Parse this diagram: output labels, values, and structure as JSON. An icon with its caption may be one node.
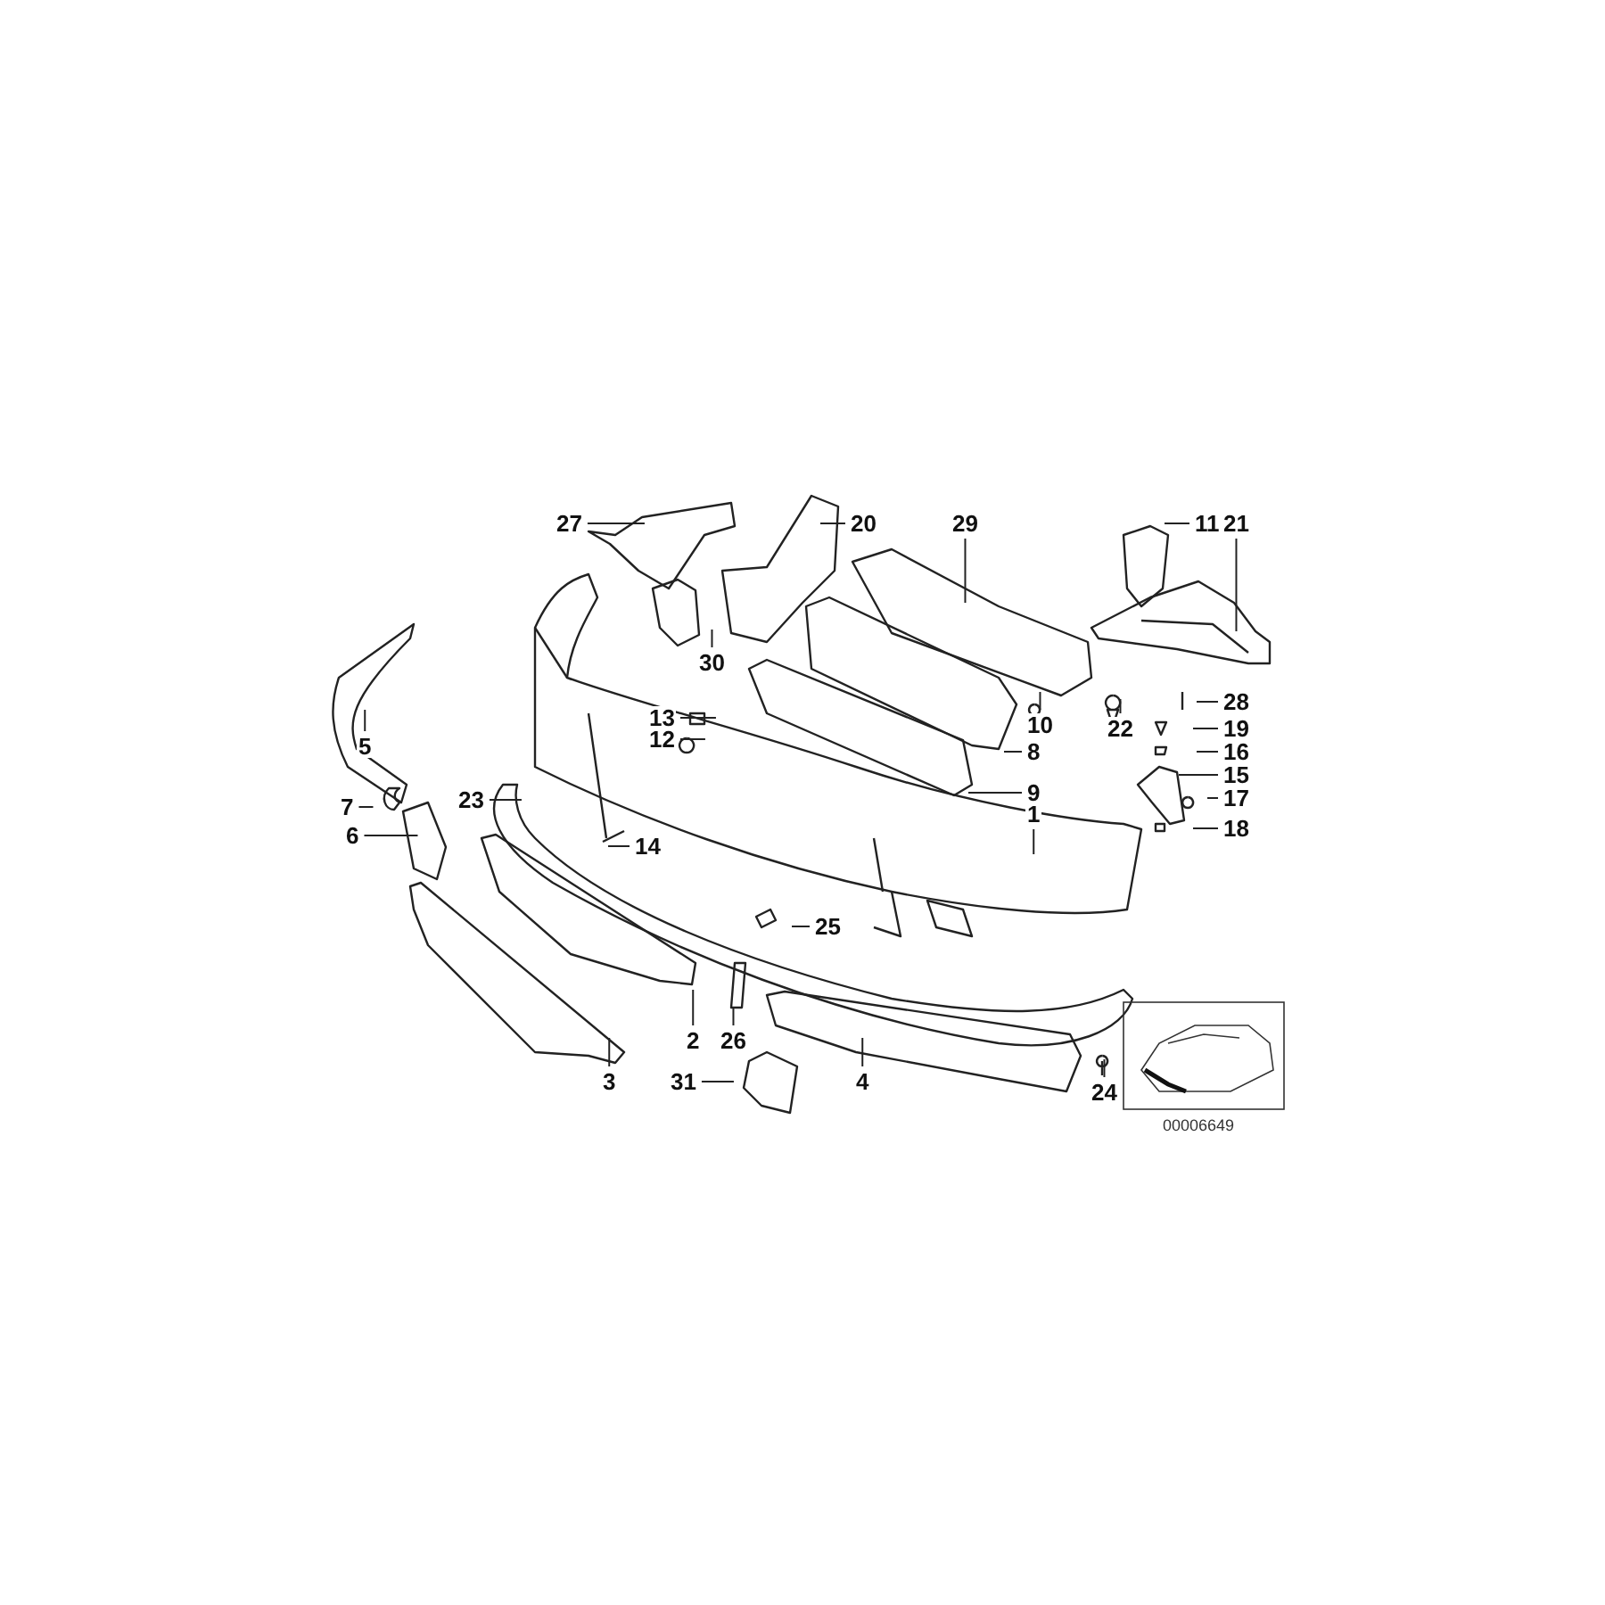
{
  "diagram": {
    "nodes": [
      {
        "text": [
          "27"
        ]
      },
      {
        "text": [
          "20"
        ]
      },
      {
        "text": [
          "29"
        ]
      },
      {
        "text": [
          "11"
        ]
      },
      {
        "text": [
          "21"
        ]
      },
      {
        "text": [
          "30"
        ]
      },
      {
        "text": [
          "28"
        ]
      },
      {
        "text": [
          "13"
        ]
      },
      {
        "text": [
          "10"
        ]
      },
      {
        "text": [
          "19"
        ]
      },
      {
        "text": [
          "12"
        ]
      },
      {
        "text": [
          "22"
        ]
      },
      {
        "text": [
          "8"
        ]
      },
      {
        "text": [
          "16"
        ]
      },
      {
        "text": [
          "5"
        ]
      },
      {
        "text": [
          "15"
        ]
      },
      {
        "text": [
          "7"
        ]
      },
      {
        "text": [
          "9"
        ]
      },
      {
        "text": [
          "23"
        ]
      },
      {
        "text": [
          "17"
        ]
      },
      {
        "text": [
          "1"
        ]
      },
      {
        "text": [
          "6"
        ]
      },
      {
        "text": [
          "18"
        ]
      },
      {
        "text": [
          "14"
        ]
      },
      {
        "text": [
          "25"
        ]
      },
      {
        "text": [
          "2"
        ]
      },
      {
        "text": [
          "26"
        ]
      },
      {
        "text": [
          "3"
        ]
      },
      {
        "text": [
          "31"
        ]
      },
      {
        "text": [
          "4"
        ]
      },
      {
        "text": [
          "24"
        ]
      }
    ],
    "edges": [
      {
        "from": 0,
        "to": null,
        "arrow": "none"
      },
      {
        "from": 1,
        "to": null,
        "arrow": "none"
      },
      {
        "from": 2,
        "to": null,
        "arrow": "none"
      },
      {
        "from": 3,
        "to": null,
        "arrow": "none"
      },
      {
        "from": 4,
        "to": null,
        "arrow": "none"
      },
      {
        "from": 5,
        "to": null,
        "arrow": "none"
      },
      {
        "from": 6,
        "to": null,
        "arrow": "none"
      },
      {
        "from": 7,
        "to": null,
        "arrow": "none"
      },
      {
        "from": 8,
        "to": null,
        "arrow": "none"
      },
      {
        "from": 9,
        "to": null,
        "arrow": "none"
      },
      {
        "from": 10,
        "to": null,
        "arrow": "none"
      },
      {
        "from": 11,
        "to": null,
        "arrow": "none"
      },
      {
        "from": 12,
        "to": null,
        "arrow": "none"
      },
      {
        "from": 13,
        "to": null,
        "arrow": "none"
      },
      {
        "from": 14,
        "to": null,
        "arrow": "none"
      },
      {
        "from": 15,
        "to": null,
        "arrow": "none"
      },
      {
        "from": 16,
        "to": null,
        "arrow": "none"
      },
      {
        "from": 17,
        "to": null,
        "arrow": "none"
      },
      {
        "from": 18,
        "to": null,
        "arrow": "none"
      },
      {
        "from": 19,
        "to": null,
        "arrow": "none"
      },
      {
        "from": 20,
        "to": null,
        "arrow": "none"
      },
      {
        "from": 21,
        "to": null,
        "arrow": "none"
      },
      {
        "from": 22,
        "to": null,
        "arrow": "none"
      },
      {
        "from": 23,
        "to": null,
        "arrow": "none"
      },
      {
        "from": 24,
        "to": null,
        "arrow": "none"
      },
      {
        "from": 25,
        "to": null,
        "arrow": "none"
      },
      {
        "from": 26,
        "to": null,
        "arrow": "none"
      },
      {
        "from": 27,
        "to": null,
        "arrow": "none"
      },
      {
        "from": 28,
        "to": null,
        "arrow": "none"
      },
      {
        "from": 29,
        "to": null,
        "arrow": "none"
      },
      {
        "from": 30,
        "to": null,
        "arrow": "none"
      }
    ],
    "labels": [
      "00006649"
    ]
  }
}
